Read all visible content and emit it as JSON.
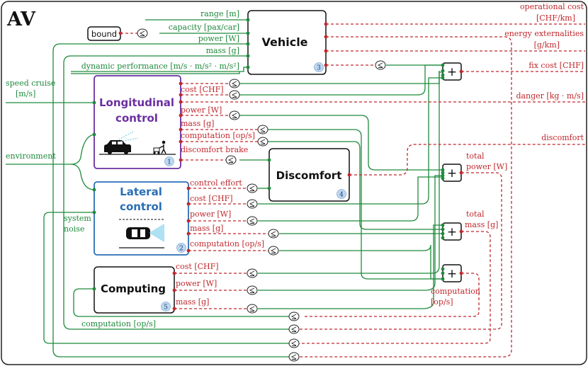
{
  "corner_label": "AV",
  "colors": {
    "green": "#1e8a3c",
    "red": "#c0282d",
    "purple": "#6b2fa0",
    "blue": "#2a6fb5",
    "badge": "#bcd7f0"
  },
  "bound_label": "bound",
  "boxes": {
    "vehicle": {
      "title": "Vehicle",
      "badge": "3"
    },
    "longitudinal": {
      "title_line1": "Longitudinal",
      "title_line2": "control",
      "badge": "1"
    },
    "lateral": {
      "title_line1": "Lateral",
      "title_line2": "control",
      "badge": "2"
    },
    "discomfort": {
      "title": "Discomfort",
      "badge": "4"
    },
    "computing": {
      "title": "Computing",
      "badge": "5"
    }
  },
  "sum_symbol": "+",
  "vehicle_inputs": [
    "range [m]",
    "capacity [pax/car]",
    "power [W]",
    "mass [g]",
    "dynamic performance [m/s · m/s² · m/s²]"
  ],
  "left_inputs": {
    "speed_line1": "speed cruise",
    "speed_line2": "[m/s]",
    "environment": "environment",
    "noise_line1": "system",
    "noise_line2": "noise"
  },
  "long_outputs": [
    "cost [CHF]",
    "power [W]",
    "mass [g]",
    "computation [op/s]",
    "discomfort brake"
  ],
  "lat_outputs": [
    "control effort",
    "cost [CHF]",
    "power [W]",
    "mass [g]",
    "computation [op/s]"
  ],
  "comp_outputs": [
    "cost [CHF]",
    "power [W]",
    "mass [g]"
  ],
  "bottom_label": "computation [op/s]",
  "right_outputs": {
    "op_cost_line1": "operational cost",
    "op_cost_line2": "[CHF/km]",
    "energy_line1": "energy externalities",
    "energy_line2": "[g/km]",
    "fix_cost": "fix cost [CHF]",
    "danger": "danger [kg · m/s]",
    "discomfort": "discomfort"
  },
  "sum_labels": {
    "power_line1": "total",
    "power_line2": "power [W]",
    "mass_line1": "total",
    "mass_line2": "mass [g]",
    "comp_line1": "computation",
    "comp_line2": "[op/s]"
  }
}
